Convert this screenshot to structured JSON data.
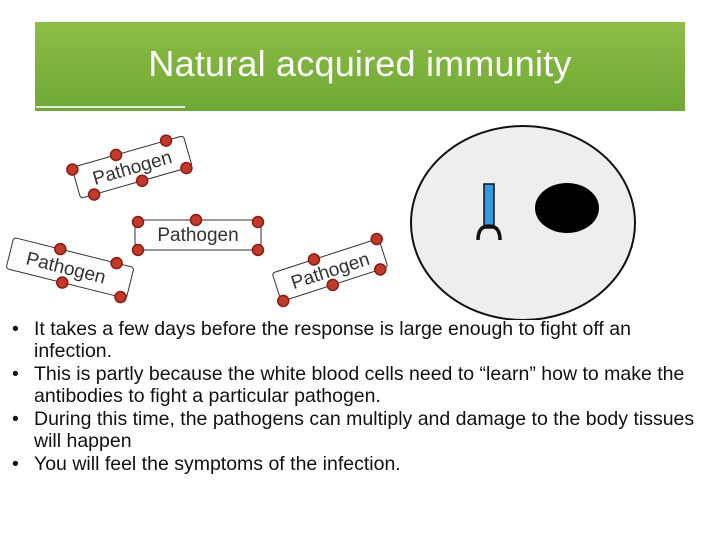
{
  "slide": {
    "title": "Natural acquired immunity"
  },
  "diagram": {
    "pathogen_labels": [
      "Pathogen",
      "Pathogen",
      "Pathogen",
      "Pathogen"
    ],
    "colors": {
      "pathogen_fill": "#fdfdfd",
      "pathogen_dot": "#c0392b",
      "cell_fill": "#eeeeee",
      "nucleus": "#000000",
      "antibody": "#3399dd"
    }
  },
  "bullets": [
    "It takes a few days before the response is large enough to fight off an infection.",
    "This is partly because the white blood cells need to “learn” how to make the antibodies to fight a particular pathogen.",
    "During this time, the pathogens can multiply and damage to the body tissues will happen",
    "You will feel the symptoms of the infection."
  ],
  "bullet_glyph": "•"
}
